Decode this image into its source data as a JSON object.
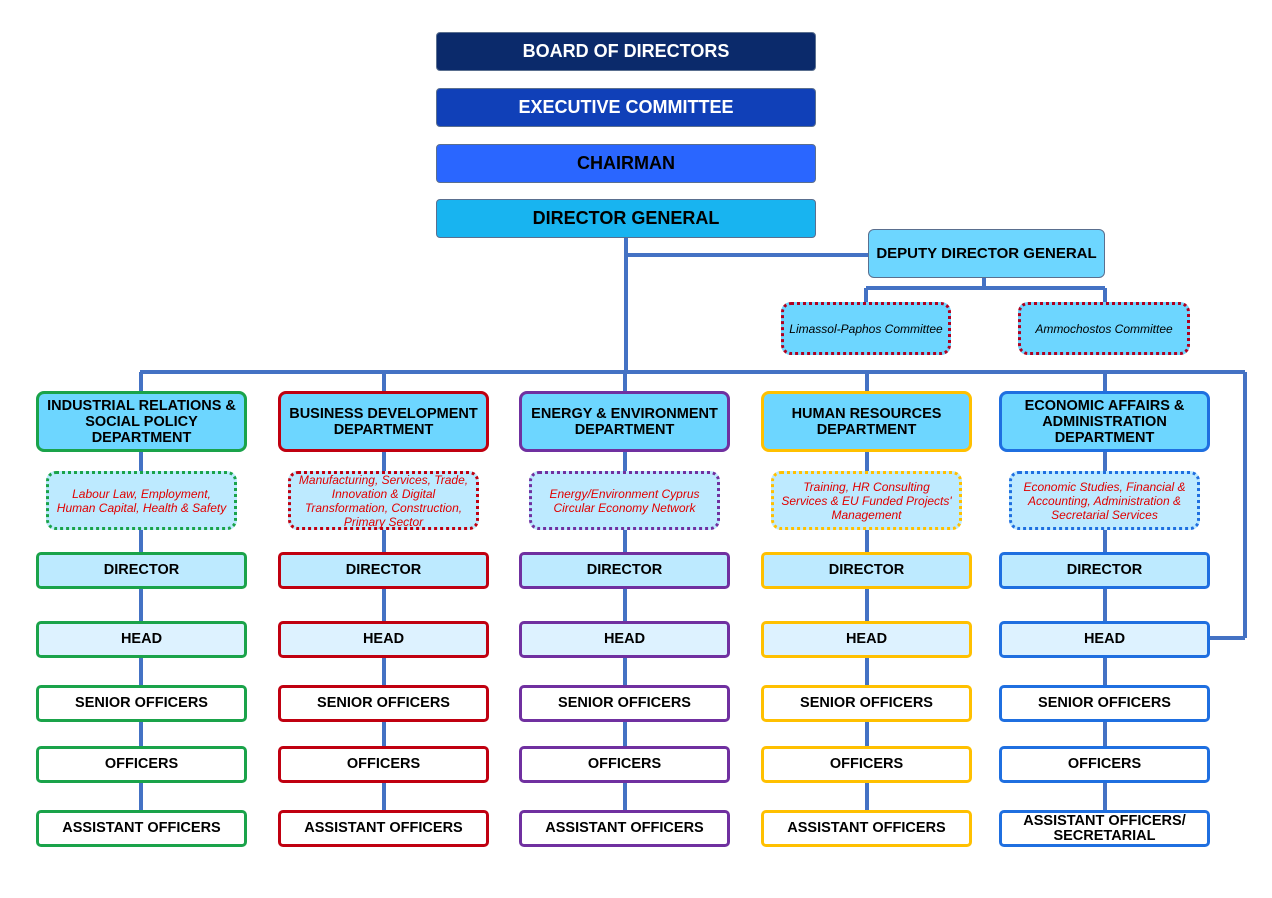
{
  "top": {
    "board": "BOARD OF DIRECTORS",
    "executive": "EXECUTIVE COMMITTEE",
    "chairman": "CHAIRMAN",
    "director_general": "DIRECTOR GENERAL",
    "deputy": "DEPUTY DIRECTOR GENERAL"
  },
  "committees": [
    "Limassol-Paphos Committee",
    "Ammochostos Committee"
  ],
  "levels": {
    "director": "DIRECTOR",
    "head": "HEAD",
    "senior": "SENIOR OFFICERS",
    "officers": "OFFICERS",
    "assistant": "ASSISTANT OFFICERS"
  },
  "departments": [
    {
      "name": "INDUSTRIAL RELATIONS & SOCIAL POLICY DEPARTMENT",
      "note": "Labour Law, Employment, Human Capital, Health & Safety",
      "color": "#1aa34a",
      "assistant": "ASSISTANT OFFICERS"
    },
    {
      "name": "BUSINESS DEVELOPMENT DEPARTMENT",
      "note": "Manufacturing, Services, Trade, Innovation & Digital Transformation, Construction, Primary Sector",
      "color": "#c00010",
      "assistant": "ASSISTANT OFFICERS"
    },
    {
      "name": "ENERGY & ENVIRONMENT DEPARTMENT",
      "note": "Energy/Environment Cyprus Circular Economy Network",
      "color": "#7030a0",
      "assistant": "ASSISTANT OFFICERS"
    },
    {
      "name": "HUMAN RESOURCES DEPARTMENT",
      "note": "Training, HR Consulting Services & EU Funded Projects' Management",
      "color": "#ffc000",
      "assistant": "ASSISTANT OFFICERS"
    },
    {
      "name": "ECONOMIC AFFAIRS & ADMINISTRATION DEPARTMENT",
      "note": "Economic Studies, Financial & Accounting, Administration & Secretarial Services",
      "color": "#1f6fe0",
      "assistant": "ASSISTANT OFFICERS/ SECRETARIAL"
    }
  ],
  "colors": {
    "connector": "#4472c4",
    "board_bg": "#0b2a6b",
    "executive_bg": "#1040b8",
    "chairman_bg": "#2a66ff",
    "director_general_bg": "#18b4f0",
    "deputy_bg": "#6dd6ff",
    "dept_bg": "#6dd6ff",
    "director_bg": "#bdeaff",
    "head_bg": "#ddf2ff"
  }
}
